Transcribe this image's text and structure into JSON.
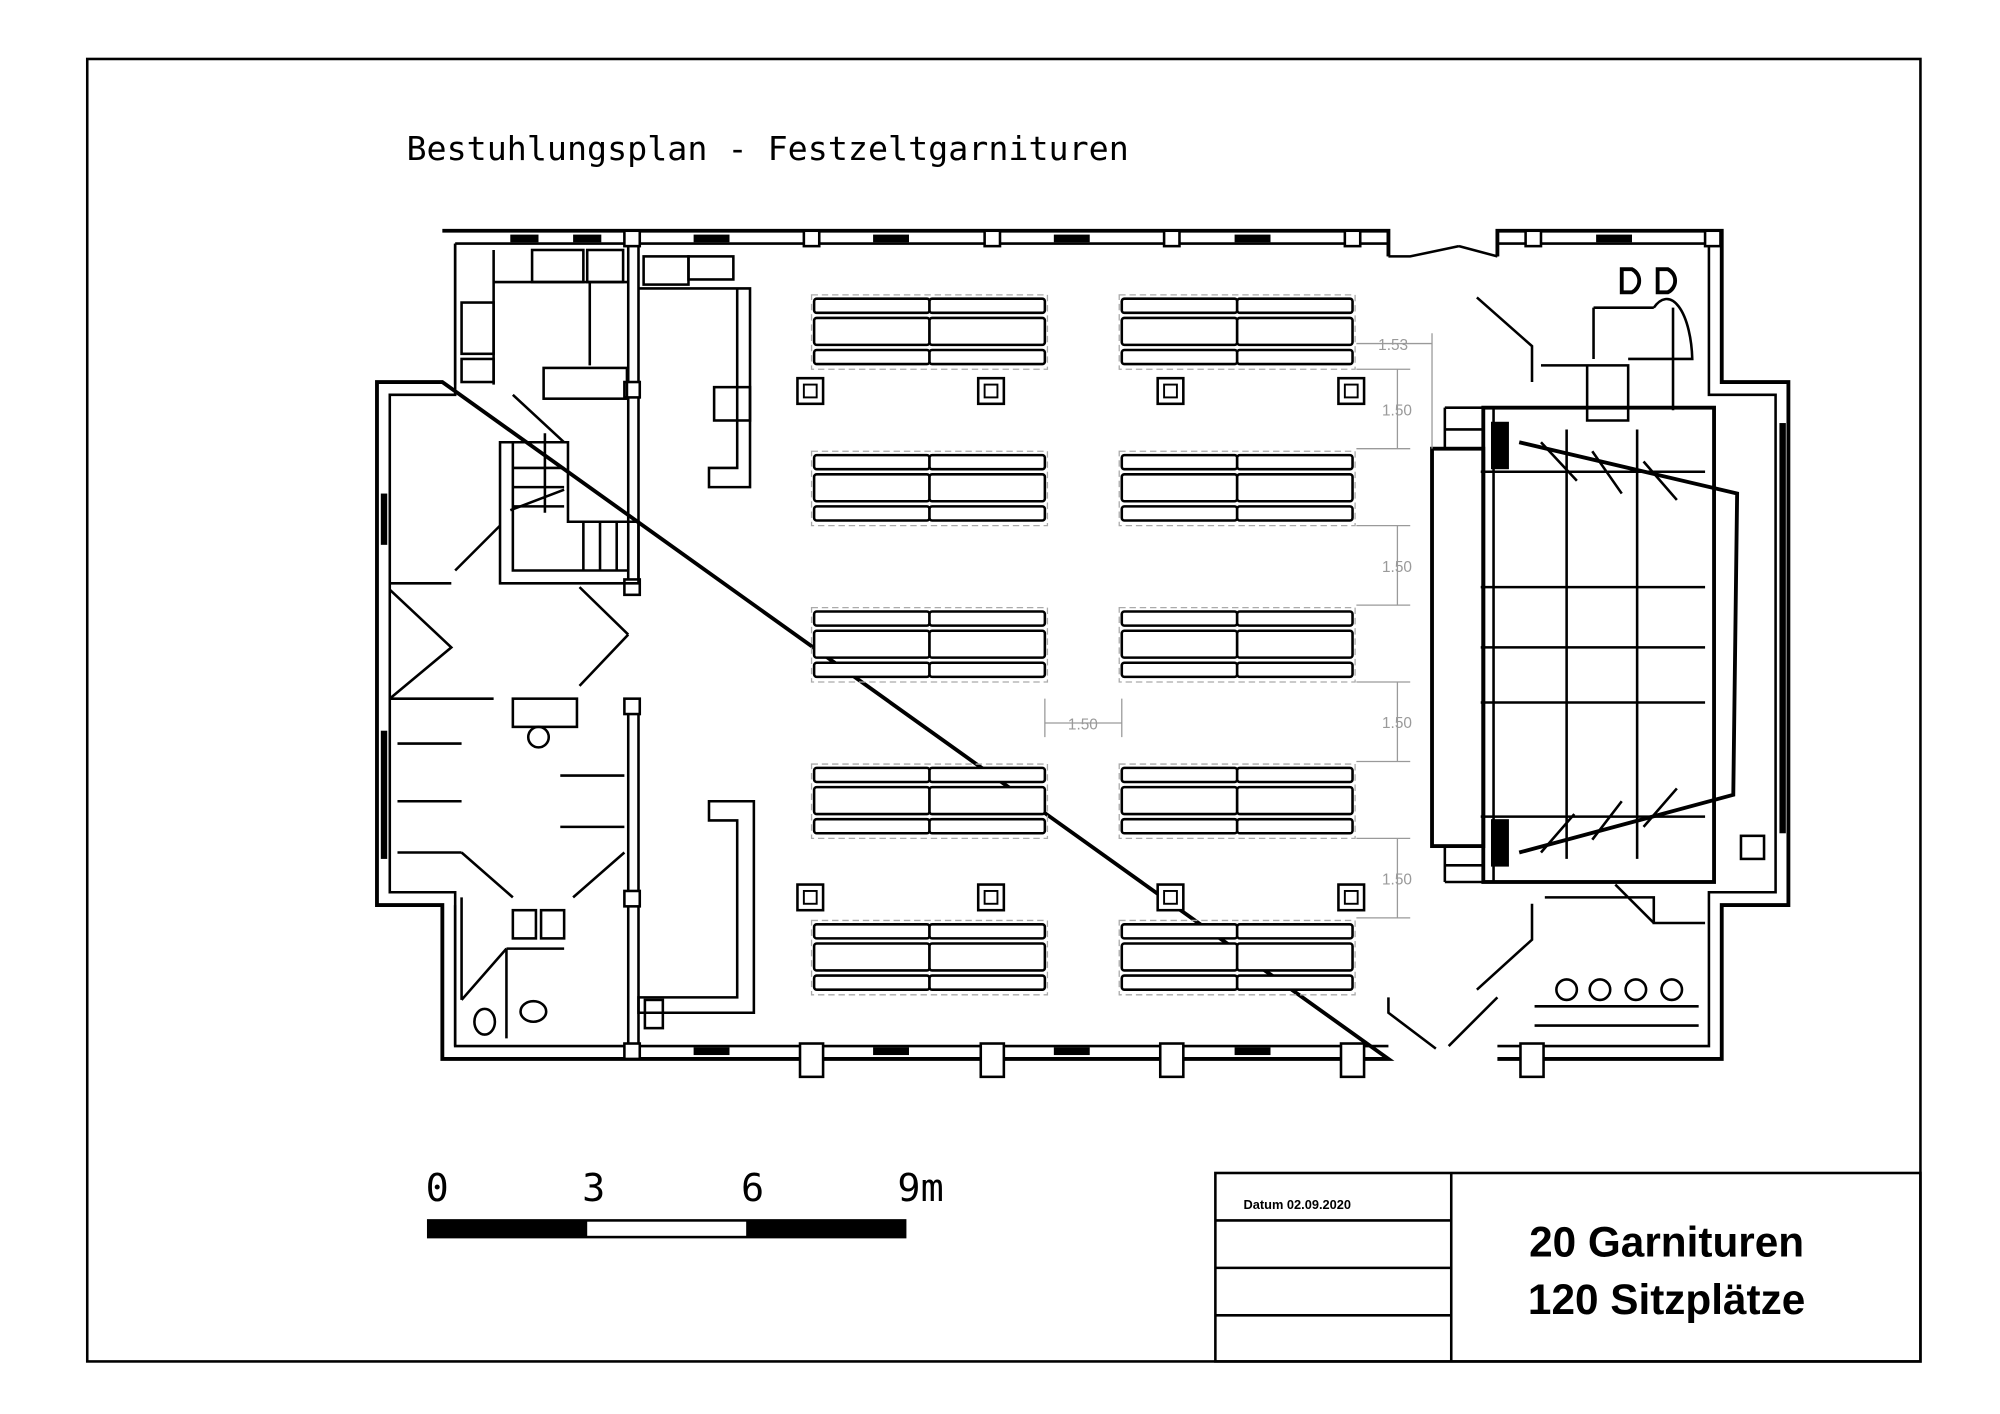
{
  "title": "Bestuhlungsplan - Festzeltgarnituren",
  "colors": {
    "line": "#000000",
    "dimension": "#9a9a9a",
    "background": "#ffffff"
  },
  "seating": {
    "columns": 2,
    "rows": 5,
    "tables_per_set": 2,
    "pillars_per_row": 4
  },
  "dimensions": {
    "top_offset": "1.53",
    "row_spacing": [
      "1.50",
      "1.50",
      "1.50",
      "1.50"
    ],
    "aisle": "1.50"
  },
  "scale_bar": {
    "labels": [
      "0",
      "3",
      "6",
      "9m"
    ]
  },
  "title_block": {
    "date_label": "Datum  02.09.2020",
    "summary_line1": "20 Garnituren",
    "summary_line2": "120 Sitzplätze"
  }
}
